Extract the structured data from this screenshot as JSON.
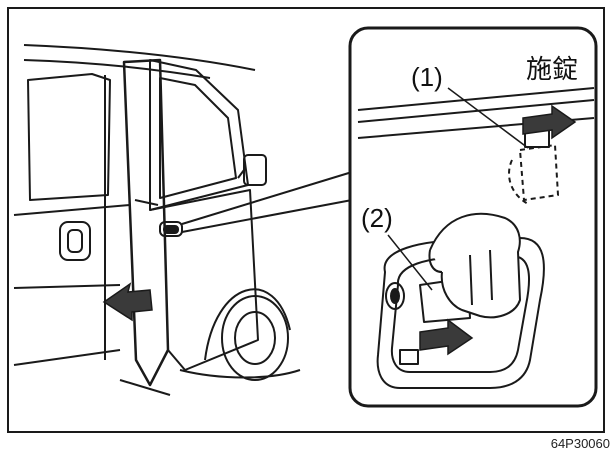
{
  "callouts": {
    "label_1": "(1)",
    "label_2": "(2)",
    "lock_label": "施錠"
  },
  "figure_id": "64P30060",
  "icons": [
    "door-handle-icon",
    "direction-arrow-icon",
    "thumb-icon"
  ],
  "colors": {
    "line": "#1a1a1a",
    "arrow_fill": "#3a3a3a",
    "background": "#ffffff"
  }
}
